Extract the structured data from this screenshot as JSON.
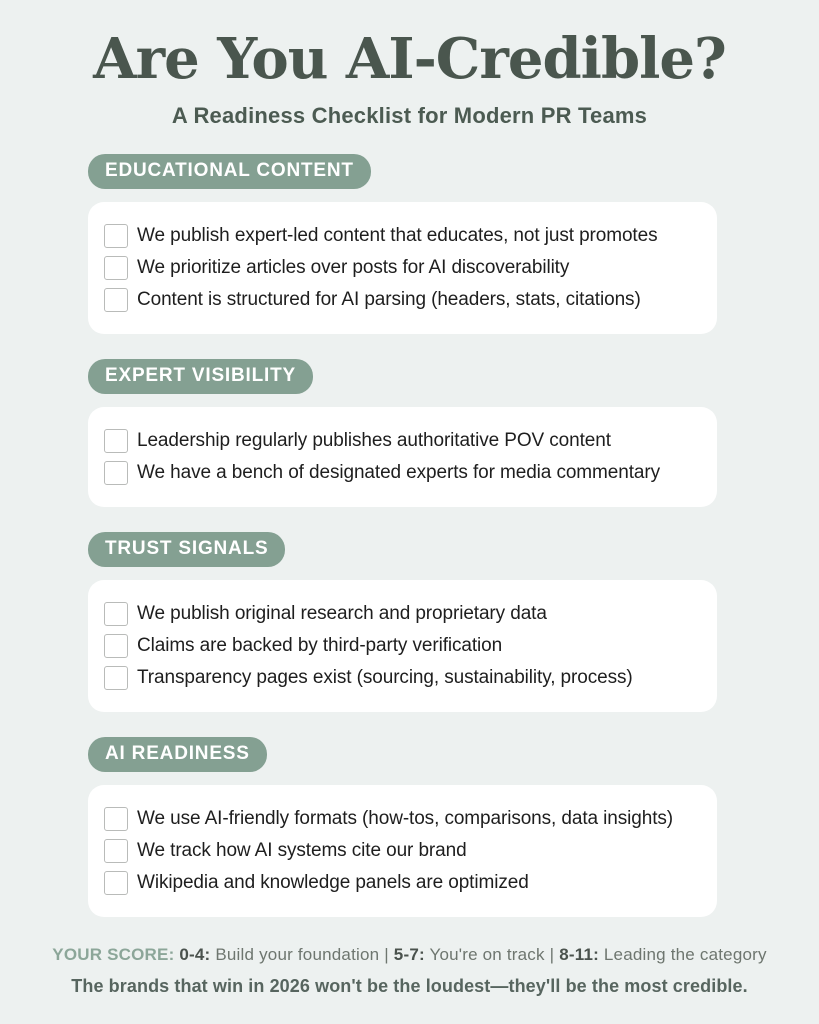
{
  "page": {
    "title": "Are You AI-Credible?",
    "subtitle": "A Readiness Checklist for Modern PR Teams"
  },
  "sections": [
    {
      "label": "EDUCATIONAL CONTENT",
      "items": [
        "We publish expert-led content that educates, not just promotes",
        "We prioritize articles over posts for AI discoverability",
        "Content is structured for AI parsing (headers, stats, citations)"
      ]
    },
    {
      "label": "EXPERT VISIBILITY",
      "items": [
        "Leadership regularly publishes authoritative POV content",
        "We have a bench of designated experts for media commentary"
      ]
    },
    {
      "label": "TRUST SIGNALS",
      "items": [
        "We publish original research and proprietary data",
        "Claims are backed by third-party verification",
        "Transparency pages exist (sourcing, sustainability, process)"
      ]
    },
    {
      "label": "AI READINESS",
      "items": [
        "We use AI-friendly formats (how-tos, comparisons, data insights)",
        "We track how AI systems cite our brand",
        "Wikipedia and knowledge panels are optimized"
      ]
    }
  ],
  "footer": {
    "score_label": "YOUR SCORE:",
    "score_ranges": [
      {
        "range": "0-4:",
        "text": "Build your foundation"
      },
      {
        "range": "5-7:",
        "text": "You're on track"
      },
      {
        "range": "8-11:",
        "text": "Leading the category"
      }
    ],
    "separator": "|",
    "tagline": "The brands that win in 2026 won't be the loudest—they'll be the most credible."
  },
  "colors": {
    "background": "#EDF1F0",
    "pill_background": "#84A092",
    "pill_text": "#FFFFFF",
    "title_text": "#4A564E",
    "card_background": "#FFFFFF",
    "item_text": "#1E1E1E",
    "accent": "#8CA699"
  }
}
